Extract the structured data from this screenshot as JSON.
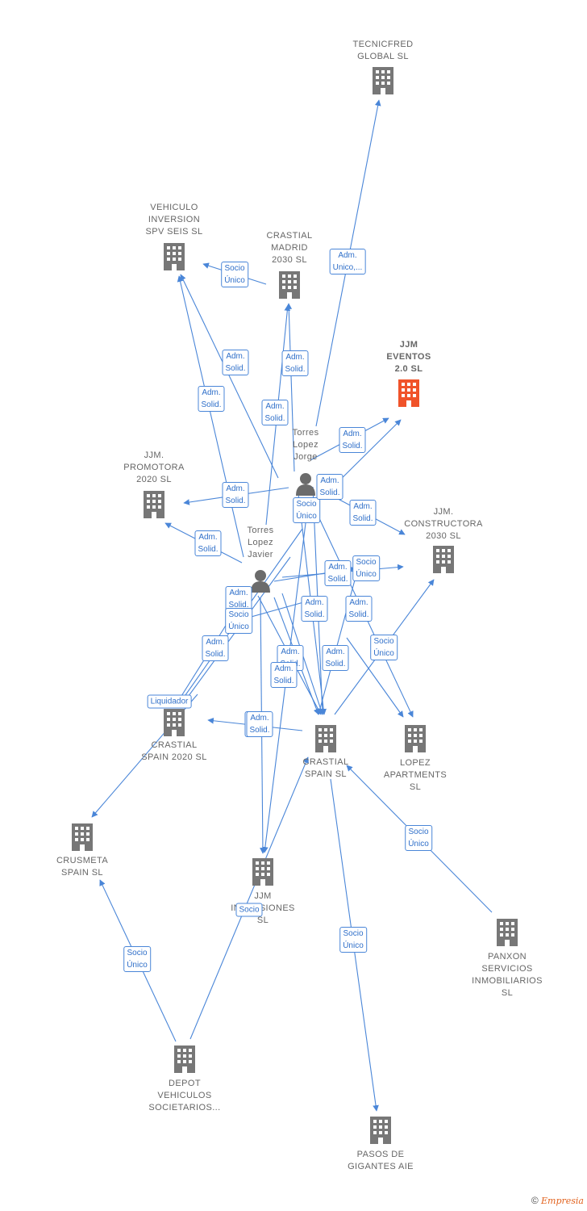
{
  "colors": {
    "edge": "#4a86d8",
    "building": "#777777",
    "focus": "#f0532a",
    "person": "#6b6b6b"
  },
  "nodes": [
    {
      "id": "tecnicfred",
      "kind": "company",
      "name": "TECNICFRED\nGLOBAL  SL"
    },
    {
      "id": "vehiculo",
      "kind": "company",
      "name": "VEHICULO\nINVERSION\nSPV SEIS  SL"
    },
    {
      "id": "crastial_madrid",
      "kind": "company",
      "name": "CRASTIAL\nMADRID\n2030  SL"
    },
    {
      "id": "jjm_eventos",
      "kind": "company",
      "focus": true,
      "name": "JJM\nEVENTOS\n2.0  SL"
    },
    {
      "id": "torres_jorge",
      "kind": "person",
      "name": "Torres\nLopez\nJorge"
    },
    {
      "id": "jjm_promotora",
      "kind": "company",
      "name": "JJM.\nPROMOTORA\n2020  SL"
    },
    {
      "id": "jjm_constructora",
      "kind": "company",
      "name": "JJM.\nCONSTRUCTORA\n2030  SL"
    },
    {
      "id": "torres_javier",
      "kind": "person",
      "name": "Torres\nLopez\nJavier"
    },
    {
      "id": "crastial_spain_2020",
      "kind": "company",
      "name": "CRASTIAL\nSPAIN 2020  SL"
    },
    {
      "id": "crastial_spain",
      "kind": "company",
      "name": "CRASTIAL\nSPAIN  SL"
    },
    {
      "id": "lopez_apartments",
      "kind": "company",
      "name": "LOPEZ\nAPARTMENTS\nSL"
    },
    {
      "id": "crusmeta",
      "kind": "company",
      "name": "CRUSMETA\nSPAIN  SL"
    },
    {
      "id": "jjm_inversiones",
      "kind": "company",
      "name": "JJM\nINVERSIONES\nSL"
    },
    {
      "id": "panxon",
      "kind": "company",
      "name": "PANXON\nSERVICIOS\nINMOBILIARIOS SL"
    },
    {
      "id": "depot",
      "kind": "company",
      "name": "DEPOT\nVEHICULOS\nSOCIETARIOS..."
    },
    {
      "id": "pasos",
      "kind": "company",
      "name": "PASOS DE\nGIGANTES AIE"
    }
  ],
  "edge_labels": [
    "Adm.\nUnico,...",
    "Socio\nÚnico",
    "Adm.\nSolid.",
    "Adm.\nSolid.",
    "Adm.\nSolid.",
    "Adm.\nSolid.",
    "Adm.\nSolid.",
    "Adm.\nSolid.",
    "Socio\nÚnico",
    "Adm.\nSolid.",
    "Adm.\nSolid.",
    "Adm.\nSolid.",
    "Adm.\nSolid.",
    "Socio\nÚnico",
    "Adm.\nSolid.",
    "Socio\nÚnico",
    "Adm.\nSolid.",
    "Adm.\nSolid.",
    "Adm.\nSolid.",
    "Adm.\nSolid.",
    "Socio\nÚnico",
    "Adm.\nSolid.",
    "Adm.\nSolid.",
    "Liquidador",
    "Adm.\nSolid.",
    "Adm.\nSolid.",
    "Socio\nÚnico",
    "Socio\nÚnico",
    "Socio",
    "Socio\nÚnico"
  ],
  "footer": {
    "copyright": "©",
    "brand": "Empresia"
  }
}
